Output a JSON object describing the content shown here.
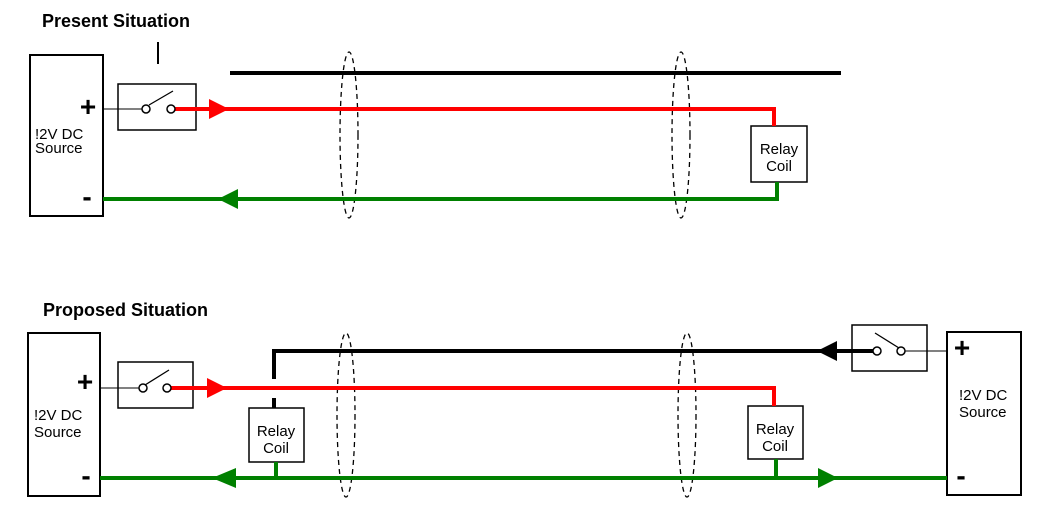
{
  "present": {
    "title": "Present Situation",
    "source": {
      "plus": "+",
      "minus": "-",
      "label_line1": "!2V DC",
      "label_line2": "Source"
    },
    "relay": {
      "label_line1": "Relay",
      "label_line2": "Coil"
    }
  },
  "proposed": {
    "title": "Proposed Situation",
    "left_source": {
      "plus": "+",
      "minus": "-",
      "label_line1": "!2V DC",
      "label_line2": "Source"
    },
    "right_source": {
      "plus": "+",
      "minus": "-",
      "label_line1": "!2V DC",
      "label_line2": "Source"
    },
    "left_relay": {
      "label_line1": "Relay",
      "label_line2": "Coil"
    },
    "right_relay": {
      "label_line1": "Relay",
      "label_line2": "Coil"
    }
  },
  "colors": {
    "positive_wire": "#ff0000",
    "return_wire": "#008000",
    "spare_wire": "#000000",
    "outline": "#000000"
  }
}
